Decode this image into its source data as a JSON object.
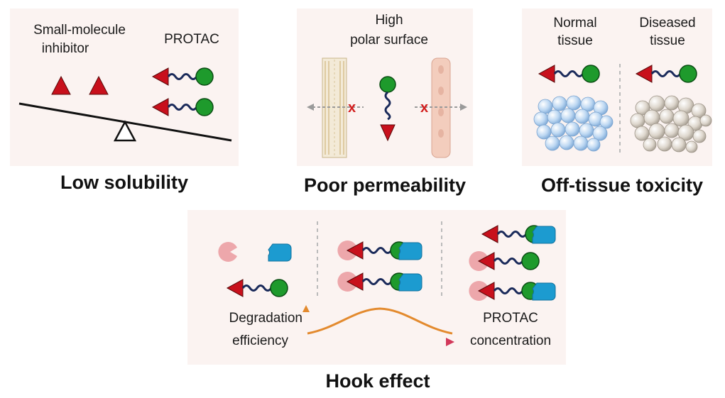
{
  "panels": {
    "solubility": {
      "label_left_1": "Small-molecule",
      "label_left_2": "inhibitor",
      "label_right": "PROTAC",
      "title": "Low solubility"
    },
    "permeability": {
      "label_1": "High",
      "label_2": "polar surface",
      "title": "Poor permeability"
    },
    "toxicity": {
      "label_left_1": "Normal",
      "label_left_2": "tissue",
      "label_right_1": "Diseased",
      "label_right_2": "tissue",
      "title": "Off-tissue toxicity"
    },
    "hook": {
      "y_label_1": "Degradation",
      "y_label_2": "efficiency",
      "x_label_1": "PROTAC",
      "x_label_2": "concentration",
      "title": "Hook effect"
    }
  },
  "colors": {
    "warhead": "#c8101c",
    "ligand": "#1e9a2c",
    "linker": "#1a2a5a",
    "e3": "#1c9bd0",
    "poi": "#eda7ab",
    "curve": "#e38a2e",
    "panel_bg": "#fbf3f1"
  }
}
